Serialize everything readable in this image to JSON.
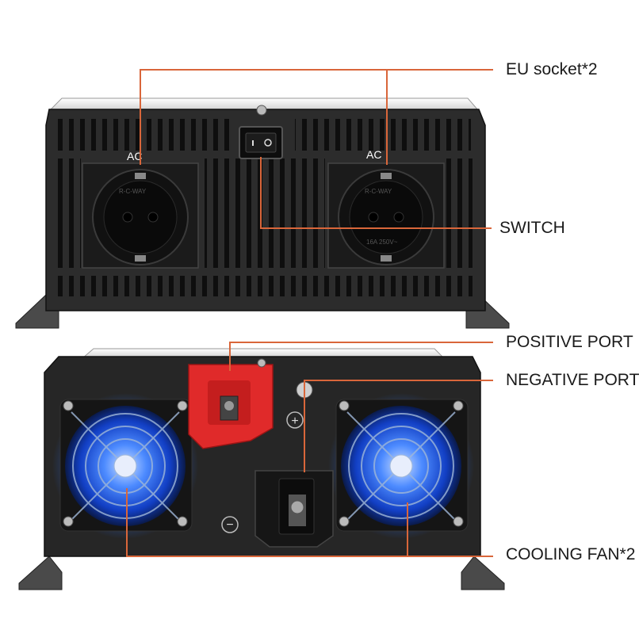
{
  "callouts": {
    "eu_socket": "EU socket*2",
    "switch": "SWITCH",
    "positive_port": "POSITIVE PORT",
    "negative_port": "NEGATIVE PORT",
    "cooling_fan": "COOLING FAN*2"
  },
  "front_panel": {
    "ac_label_left": "AC",
    "ac_label_right": "AC",
    "socket_brand_left": "R-C-WAY",
    "socket_brand_right": "R-C-WAY",
    "socket_rating": "16A 250V~"
  },
  "rear_panel": {
    "plus_symbol": "+",
    "minus_symbol": "−"
  },
  "colors": {
    "callout_line": "#d9663a",
    "fan_glow": "#2a6fff",
    "positive_terminal": "#e02a2a",
    "negative_terminal": "#1a1a1a",
    "housing": "#2a2a2a"
  }
}
